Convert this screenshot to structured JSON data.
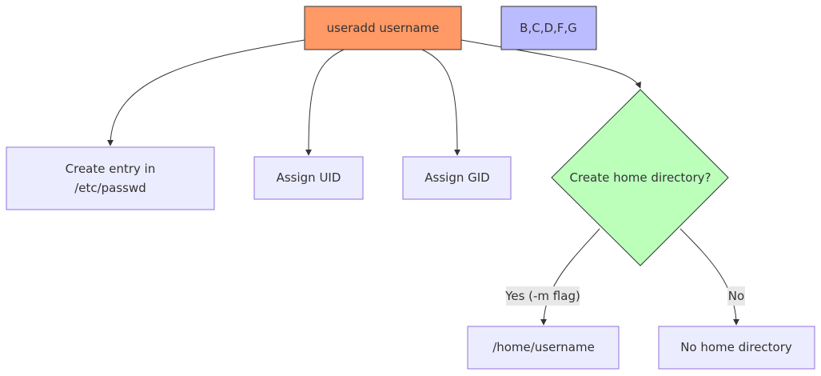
{
  "diagram": {
    "nodes": {
      "useradd": {
        "label": "useradd username",
        "fill": "#ff9966",
        "stroke": "#333333"
      },
      "note": {
        "label": "B,C,D,F,G",
        "fill": "#bbbbff",
        "stroke": "#333333"
      },
      "passwd": {
        "label_line1": "Create entry in",
        "label_line2": "/etc/passwd",
        "fill": "#ececff",
        "stroke": "#9370db"
      },
      "uid": {
        "label": "Assign UID",
        "fill": "#ececff",
        "stroke": "#9370db"
      },
      "gid": {
        "label": "Assign GID",
        "fill": "#ececff",
        "stroke": "#9370db"
      },
      "decision": {
        "label": "Create home directory?",
        "fill": "#bbffbb",
        "stroke": "#333333"
      },
      "home": {
        "label": "/home/username",
        "fill": "#ececff",
        "stroke": "#9370db"
      },
      "nohome": {
        "label": "No home directory",
        "fill": "#ececff",
        "stroke": "#9370db"
      }
    },
    "edges": {
      "yes_label": "Yes (-m flag)",
      "no_label": "No"
    },
    "edge_color": "#333333"
  }
}
